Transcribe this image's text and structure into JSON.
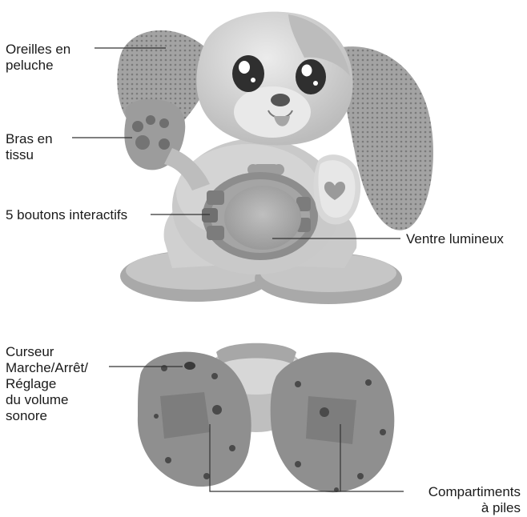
{
  "labels": {
    "ears": [
      "Oreilles en",
      "peluche"
    ],
    "arms": [
      "Bras en",
      "tissu"
    ],
    "buttons": [
      "5 boutons interactifs"
    ],
    "belly": [
      "Ventre lumineux"
    ],
    "switch": [
      "Curseur",
      "Marche/Arrêt/",
      "Réglage",
      "du volume",
      "sonore"
    ],
    "battery": [
      "Compartiments",
      "à piles"
    ]
  },
  "colors": {
    "line": "#333333",
    "toy_light": "#d6d6d6",
    "toy_mid": "#bdbdbd",
    "toy_dark": "#8f8f8f"
  }
}
